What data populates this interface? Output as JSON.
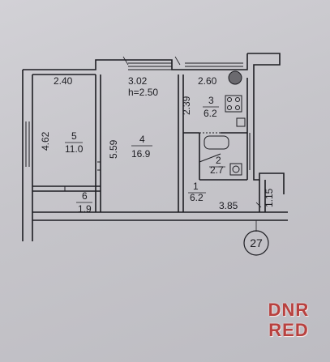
{
  "plan": {
    "dimensions": {
      "top_left": "2.40",
      "top_mid": "3.02",
      "ceiling": "h=2.50",
      "top_right": "2.60",
      "left_vertical": "4.62",
      "mid_vertical": "5.59",
      "kitchen_vertical": "2.39",
      "corridor_vertical": "1.15",
      "bottom_right": "3.85"
    },
    "rooms": [
      {
        "number": "5",
        "area": "11.0"
      },
      {
        "number": "4",
        "area": "16.9"
      },
      {
        "number": "3",
        "area": "6.2"
      },
      {
        "number": "2",
        "area": "2.7"
      },
      {
        "number": "1",
        "area": "6.2"
      },
      {
        "number": "6",
        "area": "1.9"
      }
    ],
    "apartment_number": "27"
  },
  "watermark": {
    "line1": "DNR",
    "line2": "RED"
  },
  "colors": {
    "ink": "#1d1d22",
    "paper": "#cdccd1",
    "watermark": "#b8413f"
  }
}
